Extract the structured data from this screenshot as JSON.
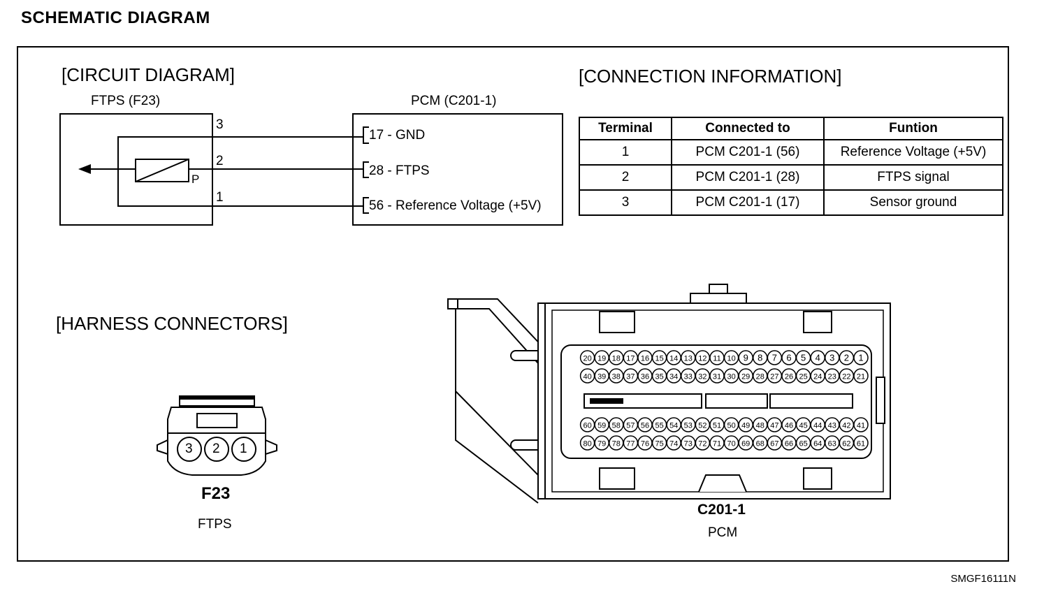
{
  "title": "SCHEMATIC DIAGRAM",
  "circuit": {
    "heading": "[CIRCUIT DIAGRAM]",
    "sensor_label": "FTPS (F23)",
    "pcm_label": "PCM (C201-1)",
    "sensor_symbol_letter": "P",
    "sensor_pins": [
      "3",
      "2",
      "1"
    ],
    "pcm_pins": [
      "17 - GND",
      "28 - FTPS",
      "56 - Reference Voltage (+5V)"
    ]
  },
  "connection_info": {
    "heading": "[CONNECTION INFORMATION]",
    "headers": [
      "Terminal",
      "Connected to",
      "Funtion"
    ],
    "rows": [
      [
        "1",
        "PCM C201-1 (56)",
        "Reference Voltage (+5V)"
      ],
      [
        "2",
        "PCM C201-1 (28)",
        "FTPS signal"
      ],
      [
        "3",
        "PCM C201-1 (17)",
        "Sensor ground"
      ]
    ]
  },
  "harness": {
    "heading": "[HARNESS CONNECTORS]",
    "f23": {
      "id": "F23",
      "name": "FTPS",
      "pins": [
        "3",
        "2",
        "1"
      ]
    },
    "c201": {
      "id": "C201-1",
      "name": "PCM",
      "pin_count": 80
    }
  },
  "image_code": "SMGF16111N"
}
